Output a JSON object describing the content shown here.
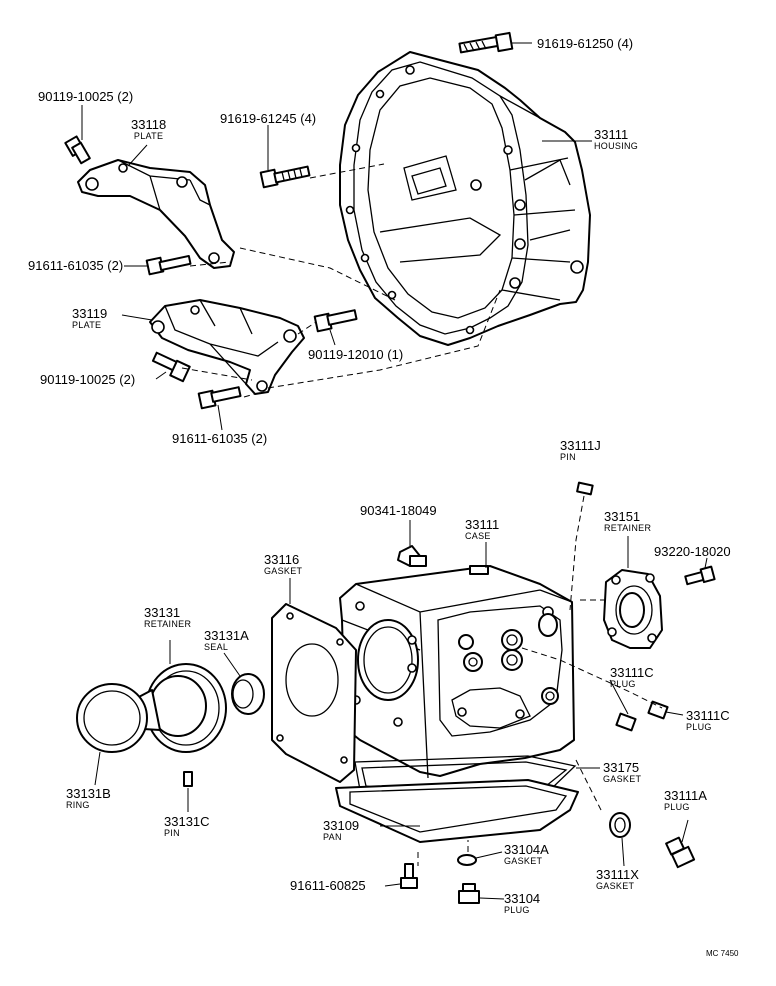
{
  "labels": {
    "l_91619_61250": {
      "part": "91619-61250 (4)",
      "name": ""
    },
    "l_90119_10025_a": {
      "part": "90119-10025 (2)",
      "name": ""
    },
    "l_33118": {
      "part": "33118",
      "name": "PLATE"
    },
    "l_91619_61245": {
      "part": "91619-61245 (4)",
      "name": ""
    },
    "l_33111_housing": {
      "part": "33111",
      "name": "HOUSING"
    },
    "l_91611_61035_a": {
      "part": "91611-61035 (2)",
      "name": ""
    },
    "l_33119": {
      "part": "33119",
      "name": "PLATE"
    },
    "l_90119_12010": {
      "part": "90119-12010 (1)",
      "name": ""
    },
    "l_90119_10025_b": {
      "part": "90119-10025 (2)",
      "name": ""
    },
    "l_91611_61035_b": {
      "part": "91611-61035 (2)",
      "name": ""
    },
    "l_33111J": {
      "part": "33111J",
      "name": "PIN"
    },
    "l_90341_18049": {
      "part": "90341-18049",
      "name": ""
    },
    "l_33111_case": {
      "part": "33111",
      "name": "CASE"
    },
    "l_33151": {
      "part": "33151",
      "name": "RETAINER"
    },
    "l_93220_18020": {
      "part": "93220-18020",
      "name": ""
    },
    "l_33116": {
      "part": "33116",
      "name": "GASKET"
    },
    "l_33131": {
      "part": "33131",
      "name": "RETAINER"
    },
    "l_33131A": {
      "part": "33131A",
      "name": "SEAL"
    },
    "l_33111C_a": {
      "part": "33111C",
      "name": "PLUG"
    },
    "l_33111C_b": {
      "part": "33111C",
      "name": "PLUG"
    },
    "l_33175": {
      "part": "33175",
      "name": "GASKET"
    },
    "l_33131B": {
      "part": "33131B",
      "name": "RING"
    },
    "l_33131C": {
      "part": "33131C",
      "name": "PIN"
    },
    "l_33109": {
      "part": "33109",
      "name": "PAN"
    },
    "l_33111A": {
      "part": "33111A",
      "name": "PLUG"
    },
    "l_33104A": {
      "part": "33104A",
      "name": "GASKET"
    },
    "l_33111X": {
      "part": "33111X",
      "name": "GASKET"
    },
    "l_91611_60825": {
      "part": "91611-60825",
      "name": ""
    },
    "l_33104": {
      "part": "33104",
      "name": "PLUG"
    }
  },
  "figure_code": "MC 7450"
}
